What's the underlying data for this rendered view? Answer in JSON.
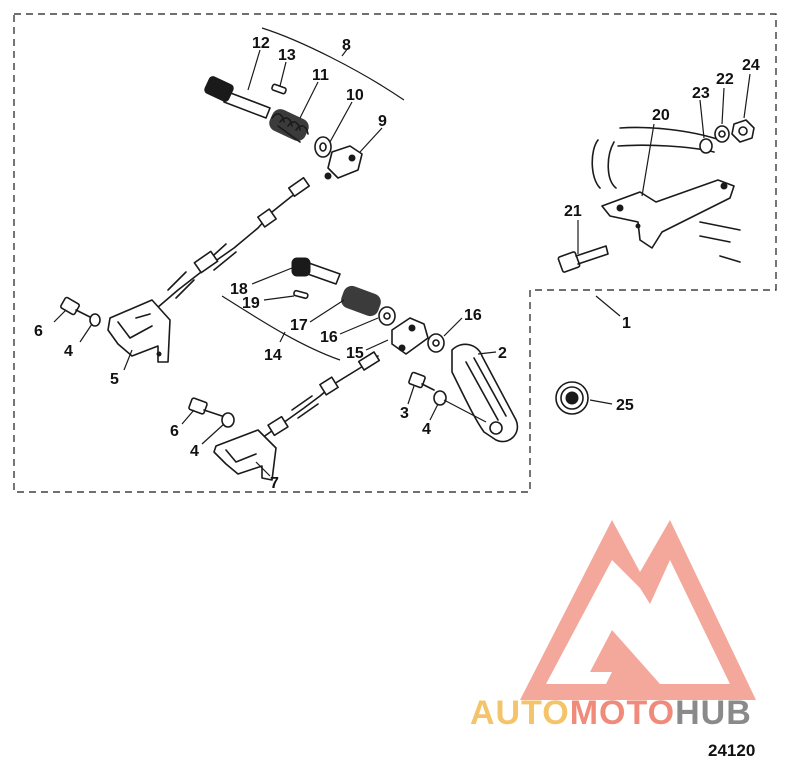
{
  "diagram": {
    "callouts": [
      {
        "id": "c12",
        "text": "12"
      },
      {
        "id": "c13",
        "text": "13"
      },
      {
        "id": "c8",
        "text": "8"
      },
      {
        "id": "c11",
        "text": "11"
      },
      {
        "id": "c10",
        "text": "10"
      },
      {
        "id": "c9",
        "text": "9"
      },
      {
        "id": "c6a",
        "text": "6"
      },
      {
        "id": "c4a",
        "text": "4"
      },
      {
        "id": "c5",
        "text": "5"
      },
      {
        "id": "c18",
        "text": "18"
      },
      {
        "id": "c19",
        "text": "19"
      },
      {
        "id": "c17",
        "text": "17"
      },
      {
        "id": "c16a",
        "text": "16"
      },
      {
        "id": "c14",
        "text": "14"
      },
      {
        "id": "c15",
        "text": "15"
      },
      {
        "id": "c16b",
        "text": "16"
      },
      {
        "id": "c2",
        "text": "2"
      },
      {
        "id": "c3",
        "text": "3"
      },
      {
        "id": "c4b",
        "text": "4"
      },
      {
        "id": "c6b",
        "text": "6"
      },
      {
        "id": "c4c",
        "text": "4"
      },
      {
        "id": "c7",
        "text": "7"
      },
      {
        "id": "c1",
        "text": "1"
      },
      {
        "id": "c25",
        "text": "25"
      },
      {
        "id": "c20",
        "text": "20"
      },
      {
        "id": "c21",
        "text": "21"
      },
      {
        "id": "c23",
        "text": "23"
      },
      {
        "id": "c22",
        "text": "22"
      },
      {
        "id": "c24",
        "text": "24"
      }
    ]
  },
  "watermark": {
    "brand_parts": [
      "AUTO",
      "MOTO",
      "HUB"
    ],
    "colors": {
      "auto": "#f5c46a",
      "moto": "#f08a7a",
      "hub": "#8a8a8a",
      "triangle": "#f08a7a"
    }
  },
  "drawing_number": "24120"
}
